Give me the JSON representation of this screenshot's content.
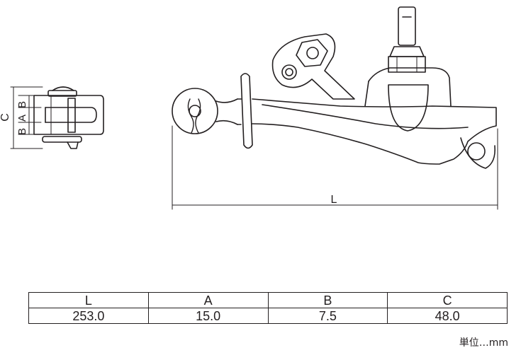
{
  "dimension_labels": {
    "side_view": [
      "C",
      "B",
      "A",
      "B"
    ],
    "front_view": "L"
  },
  "spec_table": {
    "headers": [
      "L",
      "A",
      "B",
      "C"
    ],
    "rows": [
      [
        "253.0",
        "15.0",
        "7.5",
        "48.0"
      ]
    ]
  },
  "unit_note": "単位…mm"
}
